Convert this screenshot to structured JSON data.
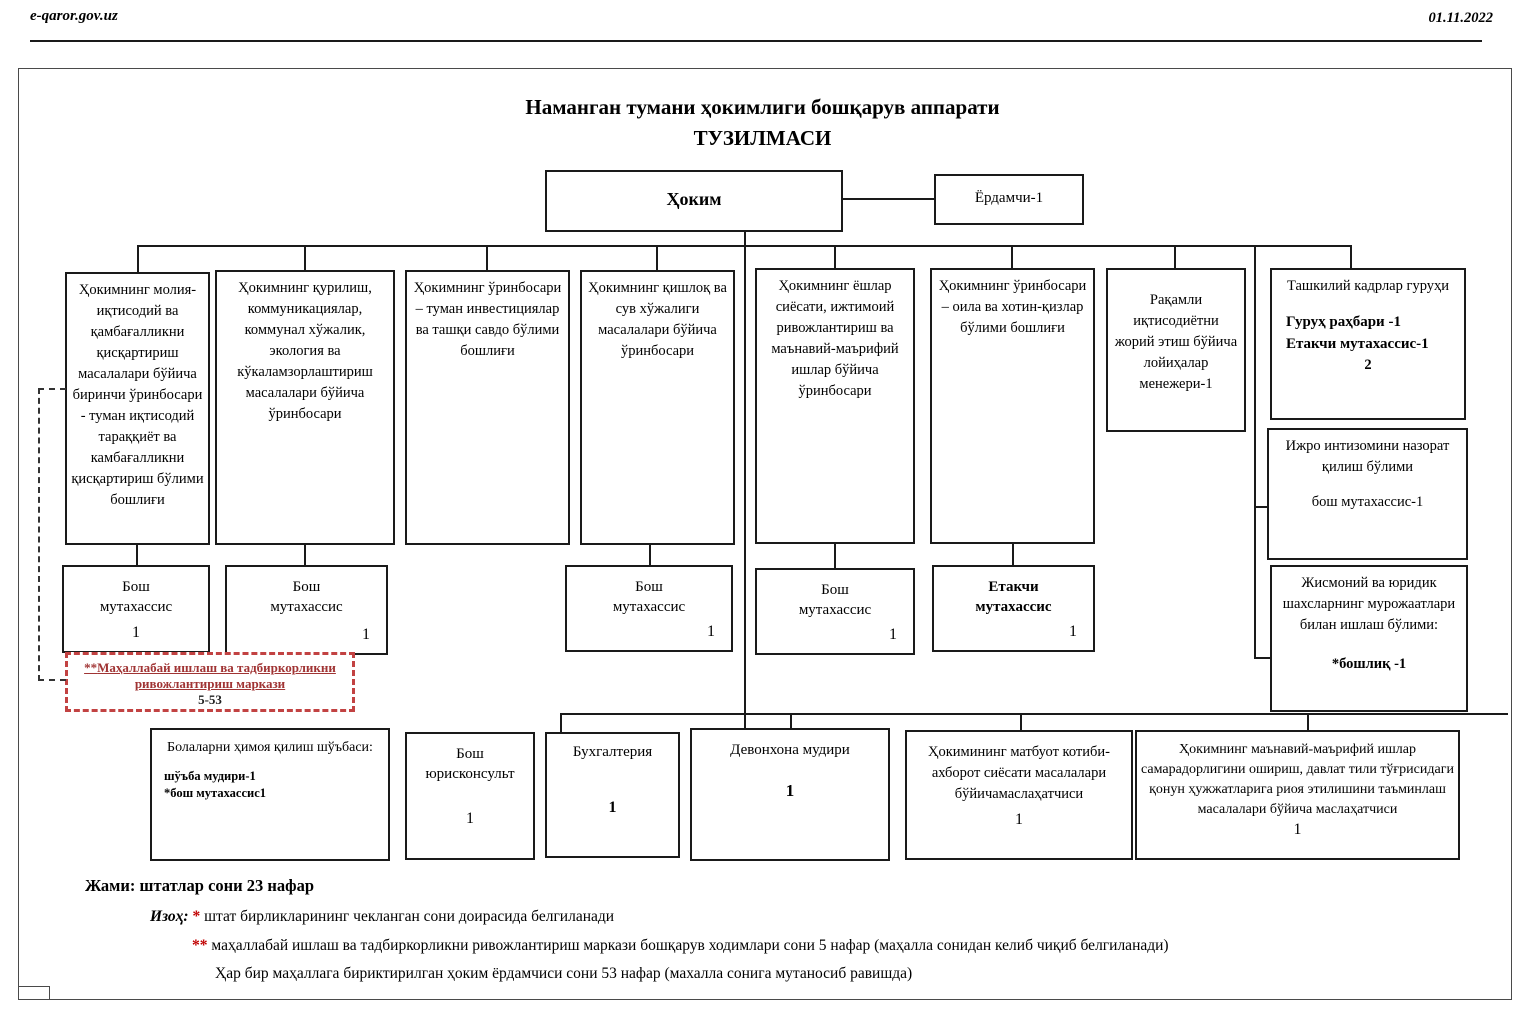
{
  "header": {
    "site": "e-qaror.gov.uz",
    "date": "01.11.2022"
  },
  "title": {
    "line1": "Наманган тумани ҳокимлиги бошқарув аппарати",
    "line2": "ТУЗИЛМАСИ"
  },
  "top": {
    "hokim": "Ҳоким",
    "assistant": "Ёрдамчи-1"
  },
  "departments": {
    "d1": "Ҳокимнинг молия-иқтисодий ва қамбағалликни қисқартириш масалалари бўйича биринчи ўринбосари - туман иқтисодий тараққиёт ва камбағалликни қисқартириш бўлими бошлиғи",
    "d2": "Ҳокимнинг қурилиш, коммуникациялар, коммунал хўжалик, экология ва кўкаламзорлаштириш масалалари бўйича ўринбосари",
    "d3": "Ҳокимнинг ўринбосари – туман инвестициялар ва ташқи савдо бўлими бошлиғи",
    "d4": "Ҳокимнинг қишлоқ ва сув хўжалиги масалалари бўйича ўринбосари",
    "d5": "Ҳокимнинг ёшлар сиёсати, ижтимоий ривожлантириш ва маънавий-маърифий ишлар бўйича ўринбосари",
    "d6": "Ҳокимнинг ўринбосари – оила ва хотин-қизлар бўлими бошлиғи",
    "d7": "Рақамли иқтисодиётни жорий этиш бўйича лойиҳалар менежери-1",
    "d8": {
      "title": "Ташкилий кадрлар гуруҳи",
      "line1": "Гуруҳ раҳбари -1",
      "line2": "Етакчи мутахассис-1",
      "count": "2"
    }
  },
  "right": {
    "ijro": {
      "title": "Ижро интизомини назорат қилиш бўлими",
      "staff": "бош мутахассис-1"
    },
    "jismoniy": {
      "title": "Жисмоний ва юридик шахсларнинг мурожаатлари билан ишлаш бўлими:",
      "staff": "*бошлиқ -1"
    }
  },
  "specialists": {
    "s1": {
      "label": "Бош мутахассис",
      "count": "1"
    },
    "s2": {
      "label": "Бош мутахассис",
      "count": "1"
    },
    "s3": {
      "label": "Бош мутахассис",
      "count": "1"
    },
    "s4": {
      "label": "Бош мутахассис",
      "count": "1"
    },
    "s5": {
      "label": "Етакчи мутахассис",
      "count": "1"
    }
  },
  "red_box": {
    "stars": "**",
    "text": "Маҳаллабай ишлаш ва тадбиркорликни ривожлантириш маркази",
    "count": "5-53"
  },
  "bottom": {
    "b1": {
      "title": "Болаларни ҳимоя қилиш шўъбаси:",
      "line1": "шўъба мудири-1",
      "line2": "*бош мутахассис1"
    },
    "b2": {
      "label": "Бош юрисконсульт",
      "count": "1"
    },
    "b3": {
      "label": "Бухгалтерия",
      "count": "1"
    },
    "b4": {
      "label": "Девонхона мудири",
      "count": "1"
    },
    "b5": {
      "label": "Ҳокимининг матбуот котиби-ахборот сиёсати масалалари бўйичамаслаҳатчиси",
      "count": "1"
    },
    "b6": {
      "label": "Ҳокимнинг маънавий-маърифий ишлар самарадорлигини ошириш, давлат тили тўғрисидаги қонун ҳужжатларига риоя этилишини таъминлаш масалалари бўйича маслаҳатчиси",
      "count": "1"
    }
  },
  "footer": {
    "total": "Жами: штатлар сони 23 нафар",
    "note_label": "Изоҳ:",
    "note1_star": "*",
    "note1": "штат бирликларининг чекланган сони доирасида белгиланади",
    "note2_star": "**",
    "note2": "маҳаллабай ишлаш ва тадбиркорликни ривожлантириш маркази бошқарув  ходимлари сони 5 нафар (маҳалла сонидан келиб чиқиб белгиланади)",
    "note3": "Ҳар бир маҳаллага бириктирилган ҳоким ёрдамчиси сони 53 нафар (махалла сонига мутаносиб равишда)"
  },
  "colors": {
    "note_red": "#c00000",
    "box_red": "#a03434",
    "dash_red": "#c24242"
  }
}
